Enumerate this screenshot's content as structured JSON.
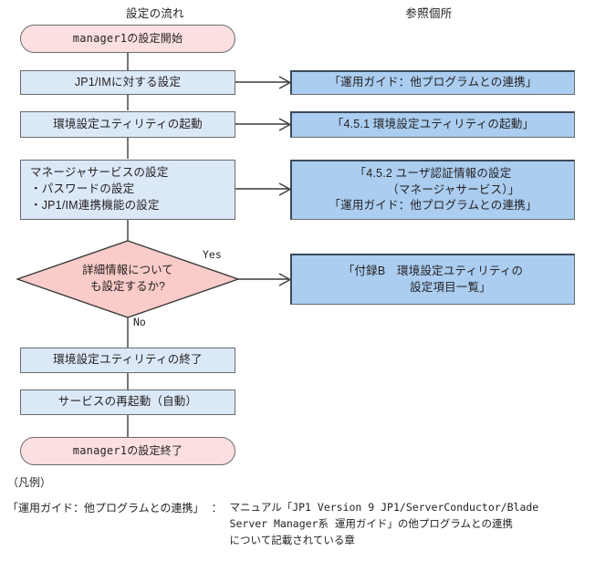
{
  "diagram": {
    "headers": {
      "flow": "設定の流れ",
      "reference": "参照個所"
    },
    "nodes": {
      "start": {
        "label": "manager1の設定開始",
        "shape": "terminator",
        "fill": "#fbdfe1"
      },
      "step1": {
        "label": "JP1/IMに対する設定",
        "shape": "process",
        "fill": "#dbe8f8"
      },
      "step2": {
        "label": "環境設定ユティリティの起動",
        "shape": "process",
        "fill": "#dbe8f8"
      },
      "step3": {
        "label": "マネージャサービスの設定\n・パスワードの設定\n・JP1/IM連携機能の設定",
        "shape": "process",
        "fill": "#dbe8f8"
      },
      "decision": {
        "label": "詳細情報について\nも設定するか?",
        "shape": "decision",
        "fill": "#f9ccc9"
      },
      "step4": {
        "label": "環境設定ユティリティの終了",
        "shape": "process",
        "fill": "#dbe8f8"
      },
      "step5": {
        "label": "サービスの再起動（自動）",
        "shape": "process",
        "fill": "#dbe8f8"
      },
      "end": {
        "label": "manager1の設定終了",
        "shape": "terminator",
        "fill": "#fbdfe1"
      }
    },
    "references": {
      "ref1": {
        "label": "「運用ガイド：他プログラムとの連携」",
        "fill": "#aacdf0"
      },
      "ref2": {
        "label": "「4.5.1 環境設定ユティリティの起動」",
        "fill": "#aacdf0"
      },
      "ref3": {
        "label": "「4.5.2 ユーザ認証情報の設定\n　　　　（マネージャサービス）」\n「運用ガイド：他プログラムとの連携」",
        "fill": "#aacdf0"
      },
      "ref4": {
        "label": "「付録B　環境設定ユティリティの\n　　　設定項目一覧」",
        "fill": "#aacdf0"
      }
    },
    "edge_labels": {
      "yes": "Yes",
      "no": "No"
    }
  },
  "legend": {
    "title": "（凡例）",
    "term": "「運用ガイド：他プログラムとの連携」",
    "separator": "：",
    "description": "マニュアル「JP1 Version 9 JP1/ServerConductor/Blade\nServer Manager系 運用ガイド」の他プログラムとの連携\nについて記載されている章"
  }
}
